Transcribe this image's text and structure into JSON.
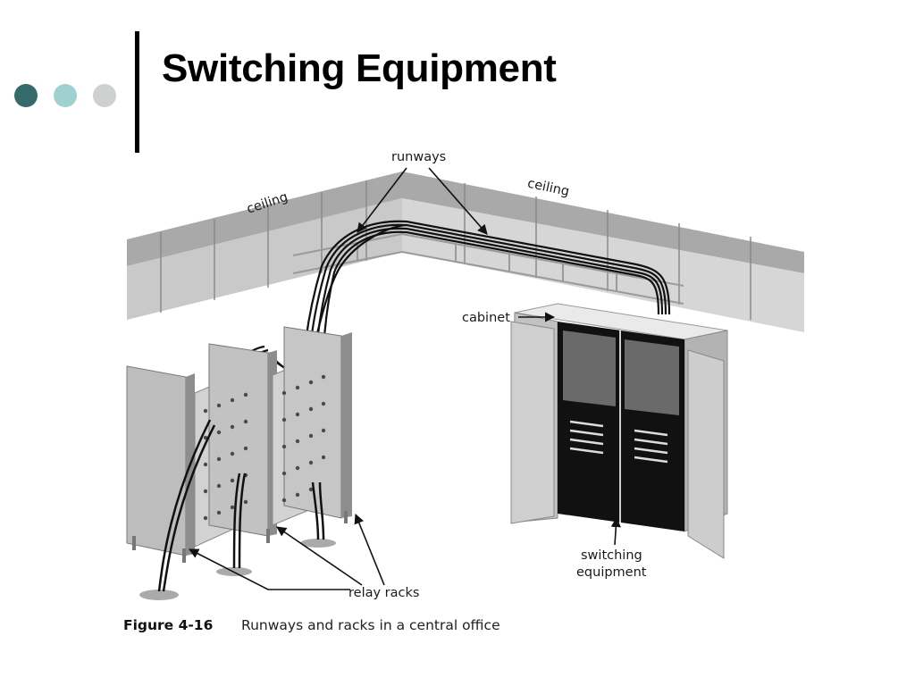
{
  "slide": {
    "title": "Switching Equipment"
  },
  "figure": {
    "labels": {
      "runways": "runways",
      "ceiling_left": "ceiling",
      "ceiling_right": "ceiling",
      "cabinet": "cabinet",
      "switching_line1": "switching",
      "switching_line2": "equipment",
      "relay_racks": "relay racks"
    },
    "caption": {
      "number": "Figure 4-16",
      "text": "Runways and racks in a central office"
    }
  },
  "colors": {
    "accent_dark": "#356a6c",
    "accent_light": "#9fd1d0",
    "accent_grey": "#cfd1d1"
  }
}
